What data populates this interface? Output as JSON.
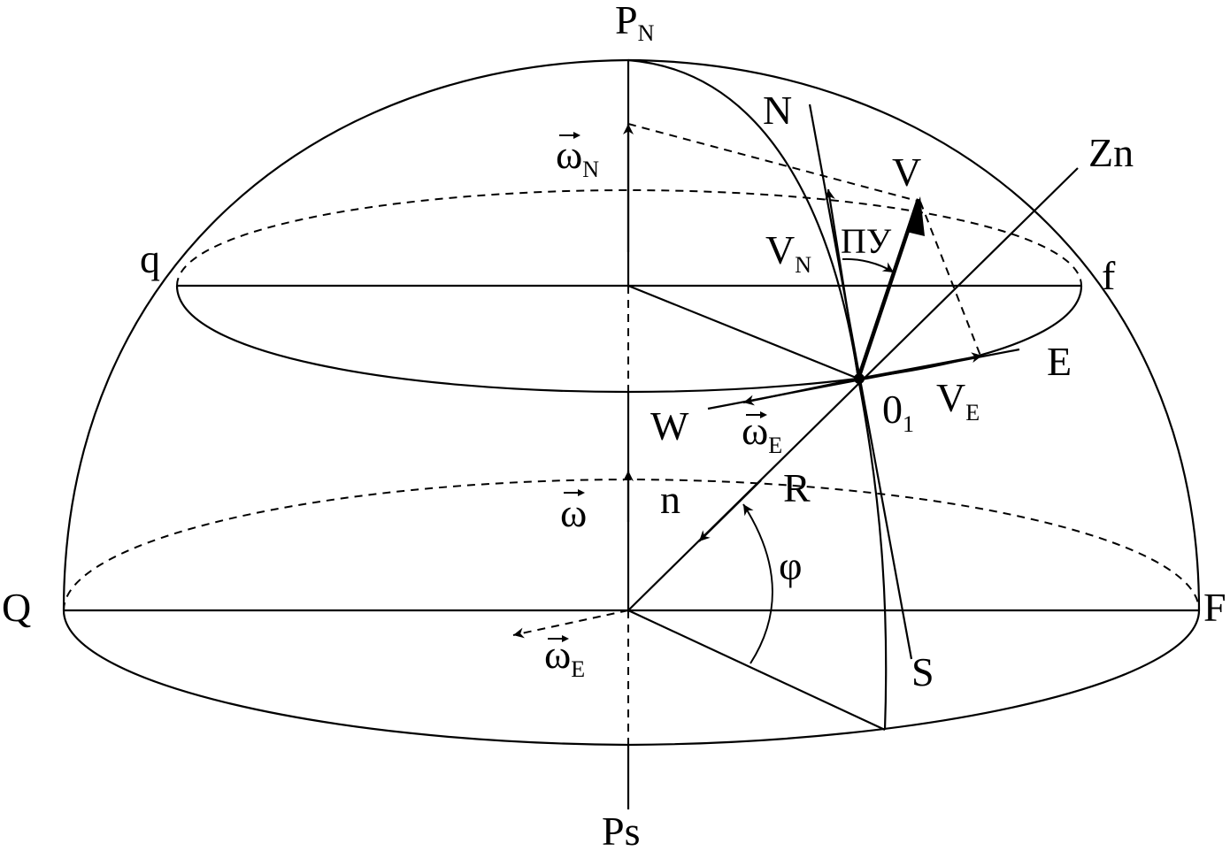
{
  "labels": {
    "north_pole": {
      "main": "P",
      "sub": "N"
    },
    "south_pole": "Ps",
    "north": "N",
    "zenith": "Zn",
    "velocity": "V",
    "velocity_north": {
      "main": "V",
      "sub": "N"
    },
    "velocity_east": {
      "main": "V",
      "sub": "E"
    },
    "course_angle": "ПУ",
    "parallel_left": "q",
    "parallel_right": "f",
    "equator_left": "Q",
    "equator_right": "F",
    "east": "E",
    "west": "W",
    "point": {
      "main": "0",
      "sub": "1"
    },
    "omega_north": {
      "main": "ω",
      "sub": "N"
    },
    "omega_east_point": {
      "main": "ω",
      "sub": "E"
    },
    "omega_east_center": {
      "main": "ω",
      "sub": "E"
    },
    "omega": "ω",
    "normal": "n",
    "radius": "R",
    "latitude": "φ",
    "south": "S"
  }
}
